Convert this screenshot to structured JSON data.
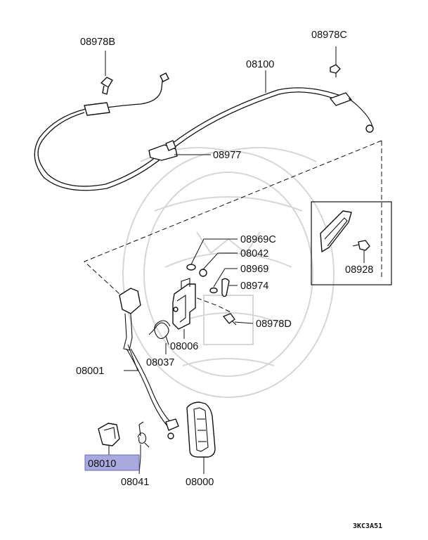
{
  "parts": {
    "p08978B": "08978B",
    "p08978C": "08978C",
    "p08100": "08100",
    "p08977": "08977",
    "p08969C": "08969C",
    "p08042": "08042",
    "p08969": "08969",
    "p08974": "08974",
    "p08978D": "08978D",
    "p08006": "08006",
    "p08037": "08037",
    "p08001": "08001",
    "p08010": "08010",
    "p08041": "08041",
    "p08000": "08000",
    "p08928": "08928"
  },
  "highlight": {
    "part": "08010",
    "color": "#a9a9df"
  },
  "reference_code": "3KC3A51"
}
